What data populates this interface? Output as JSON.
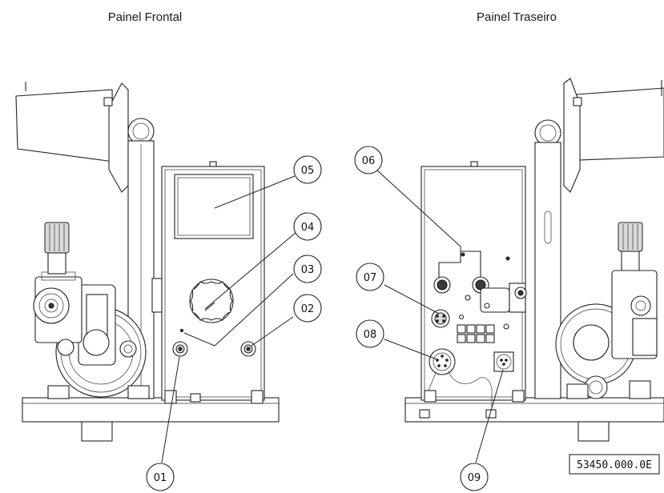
{
  "titles": {
    "front": "Painel Frontal",
    "rear": "Painel Traseiro"
  },
  "callouts": {
    "c01": "01",
    "c02": "02",
    "c03": "03",
    "c04": "04",
    "c05": "05",
    "c06": "06",
    "c07": "07",
    "c08": "08",
    "c09": "09"
  },
  "drawing_code": "53450.000.0E"
}
